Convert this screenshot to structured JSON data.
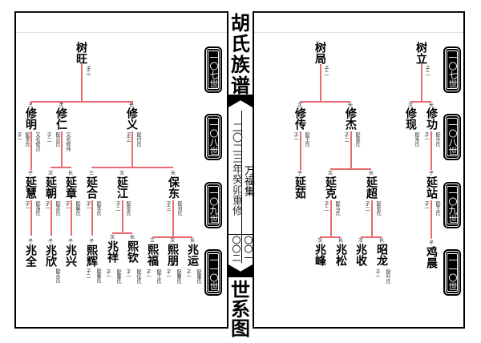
{
  "spine": {
    "title": "胡氏族谱",
    "year": "二〇二三年癸卯重修",
    "collection": "万福集",
    "page_left": "〇〇二",
    "page_right": "〇〇一",
    "subtitle": "世系图"
  },
  "generations": [
    "一〇七世",
    "一〇八世",
    "一〇九世",
    "一一〇世"
  ],
  "colors": {
    "line": "#e96a70",
    "ink": "#000000"
  },
  "left_page": {
    "gen107": [
      {
        "name": "树旺",
        "note1": "子三"
      }
    ],
    "gen108": [
      {
        "rank": "三",
        "name": "修明",
        "note1": "配李氏",
        "note2": "又名修贞",
        "note0": "子一"
      },
      {
        "rank": "次",
        "name": "修仁",
        "note0": "子二",
        "note1": "配吕氏",
        "note2": "又名修伟"
      },
      {
        "rank": "长",
        "name": "修义",
        "note0": "子三",
        "note1": "配付氏"
      }
    ],
    "gen109": [
      {
        "rank": "子",
        "name": "延慧",
        "note0": "子一",
        "note1": "配洛氏"
      },
      {
        "rank": "次",
        "name": "延朝",
        "note0": "子一",
        "note1": "配苏氏"
      },
      {
        "rank": "长",
        "name": "延章",
        "note0": "子一",
        "note1": "配解氏"
      },
      {
        "rank": "三",
        "name": "延合",
        "note0": "子一",
        "note1": "配李氏"
      },
      {
        "rank": "次",
        "name": "延江",
        "note0": "子二",
        "note1": "配张氏"
      },
      {
        "rank": "长",
        "name": "保东",
        "note0": "子三",
        "note1": "配刘氏"
      }
    ],
    "gen110": [
      {
        "rank": "子",
        "name": "兆全"
      },
      {
        "rank": "子",
        "name": "兆欣",
        "note1": "配苏氏"
      },
      {
        "rank": "子",
        "name": "兆兴"
      },
      {
        "rank": "子",
        "name": "熙辉",
        "note0": "子二",
        "note1": "配董氏"
      },
      {
        "rank": "次",
        "name": "兆祥",
        "note0": "子一",
        "note1": "配董氏"
      },
      {
        "rank": "长",
        "name": "熙钦",
        "note0": "子一",
        "note1": "配任氏"
      },
      {
        "rank": "三",
        "name": "熙福",
        "note0": "子一",
        "note1": "配王氏"
      },
      {
        "rank": "次",
        "name": "熙朋",
        "note0": "子一",
        "note1": "配曹氏"
      },
      {
        "rank": "长",
        "name": "兆运",
        "note0": "子一",
        "note1": "配董氏"
      }
    ]
  },
  "right_page": {
    "gen107": [
      {
        "name": "树局",
        "note1": "子二"
      },
      {
        "name": "树立",
        "note1": "子二"
      }
    ],
    "gen108": [
      {
        "rank": "次",
        "name": "修传",
        "note0": "子一",
        "note1": "配王氏"
      },
      {
        "rank": "长",
        "name": "修杰",
        "note0": "子二",
        "note1": "配袁氏"
      },
      {
        "rank": "次",
        "name": "修现",
        "note1": "配朱氏"
      },
      {
        "rank": "长",
        "name": "修功",
        "note0": "子一",
        "note1": "配许氏"
      }
    ],
    "gen109": [
      {
        "rank": "子",
        "name": "延茹"
      },
      {
        "rank": "次",
        "name": "延克",
        "note0": "子二",
        "note1": "配马氏"
      },
      {
        "rank": "长",
        "name": "延超",
        "note0": "子二",
        "note1": "配张氏"
      },
      {
        "rank": "子",
        "name": "延站",
        "note0": "子一",
        "note1": "配王氏"
      }
    ],
    "gen110": [
      {
        "rank": "次",
        "name": "兆峰"
      },
      {
        "rank": "长",
        "name": "兆松"
      },
      {
        "rank": "次",
        "name": "兆收"
      },
      {
        "rank": "长",
        "name": "昭龙",
        "note0": "子一",
        "note1": "配叶氏"
      },
      {
        "rank": "子",
        "name": "鸡晨"
      }
    ]
  }
}
